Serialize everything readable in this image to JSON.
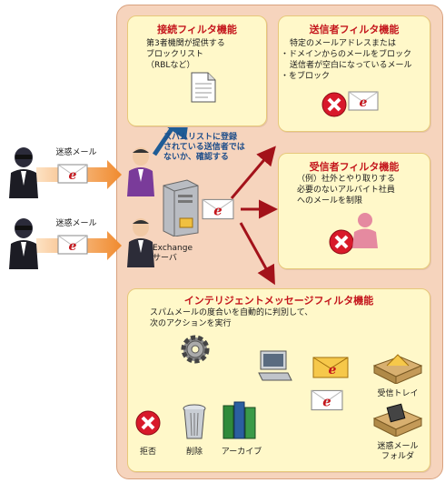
{
  "left_labels": {
    "spam_mail_1": "迷惑メール",
    "spam_mail_2": "迷惑メール"
  },
  "connection_filter": {
    "title": "接続フィルタ機能",
    "text": "第3者機関が提供する\nブロックリスト\n（RBLなど）"
  },
  "spam_list_note": "スパムリストに登録\nされている送信者では\nないか、確認する",
  "sender_filter": {
    "title": "送信者フィルタ機能",
    "intro": "特定のメールアドレスまたは",
    "bullets": [
      "ドメインからのメールをブロック",
      "送信者が空白になっているメール",
      "をブロック"
    ],
    "bullet_marks": [
      "・",
      "",
      "・"
    ]
  },
  "recipient_filter": {
    "title": "受信者フィルタ機能",
    "text": "（例）社外とやり取りする\n必要のないアルバイト社員\nへのメールを制限"
  },
  "exchange_label": "Exchange\nサーバ",
  "intelligent_filter": {
    "title": "インテリジェントメッセージフィルタ機能",
    "text": "スパムメールの度合いを自動的に判別して、\n次のアクションを実行",
    "actions": {
      "reject": "拒否",
      "delete": "削除",
      "archive": "アーカイブ"
    },
    "destinations": {
      "inbox": "受信トレイ",
      "junk": "迷惑メール\nフォルダ"
    }
  },
  "colors": {
    "panel": "#f6d4bd",
    "box": "#fff8c9",
    "title_red": "#c4161c",
    "arrow_red": "#a3121a",
    "arrow_orange": "#f08a2e",
    "arrow_brown": "#8a4a2a"
  },
  "icons": [
    "spammer-icon",
    "mail-envelope-icon",
    "document-icon",
    "server-icon",
    "user-icon",
    "block-icon",
    "gear-icon",
    "computer-icon",
    "trash-can-icon",
    "books-icon",
    "inbox-tray-icon",
    "junk-folder-icon"
  ]
}
